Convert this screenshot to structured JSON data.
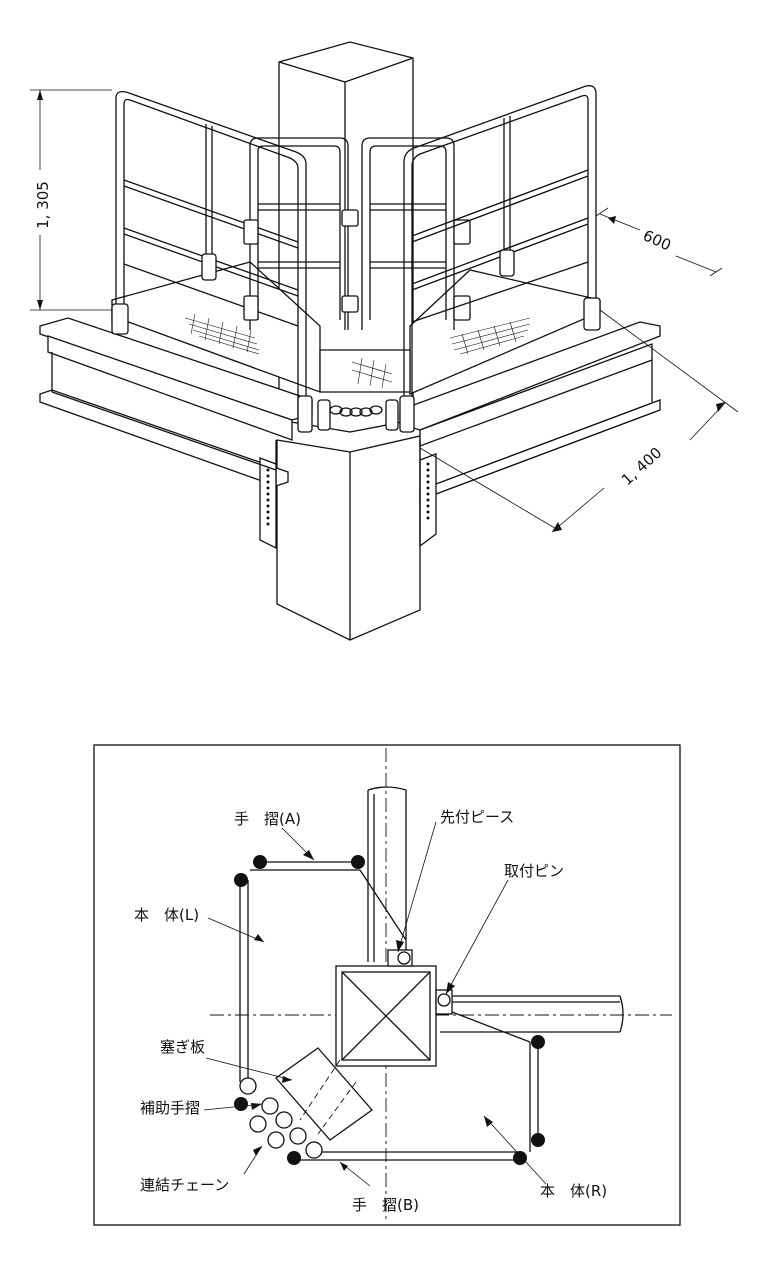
{
  "dimensions": {
    "height": "1, 305",
    "depth": "600",
    "length": "1, 400"
  },
  "labels": {
    "handrail_a": "手　摺(A)",
    "tip_piece": "先付ピース",
    "mount_pin": "取付ピン",
    "body_l": "本　体(L)",
    "closing_plate": "塞ぎ板",
    "aux_handrail": "補助手摺",
    "chain": "連結チェーン",
    "handrail_b": "手　摺(B)",
    "body_r": "本　体(R)"
  }
}
